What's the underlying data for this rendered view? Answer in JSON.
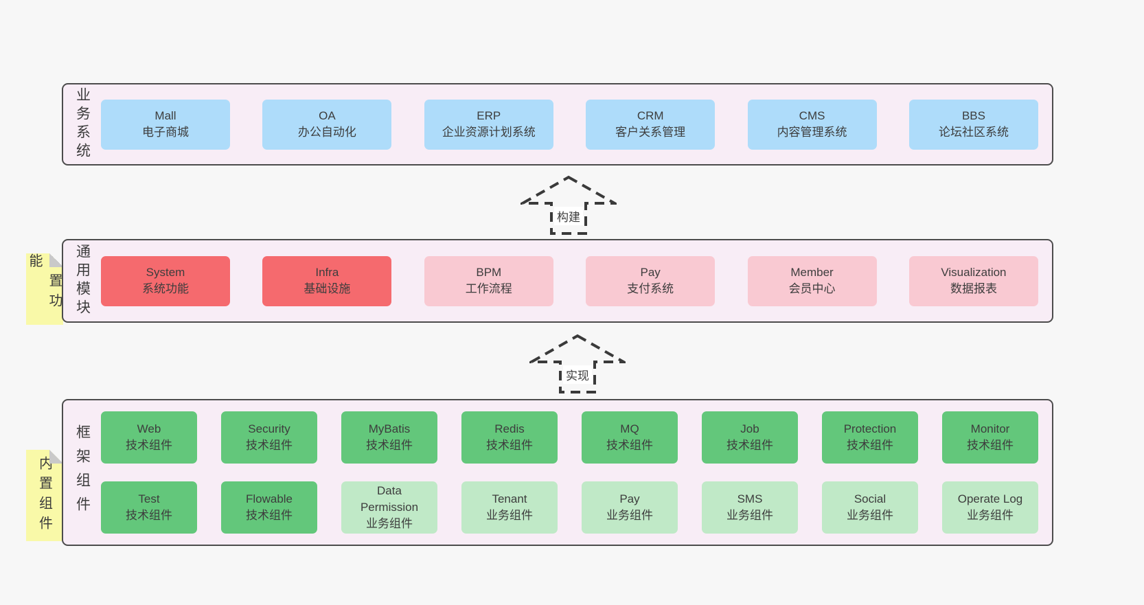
{
  "colors": {
    "background": "#f7f7f7",
    "layer_fill": "#f8edf6",
    "layer_border": "#4c4c4c",
    "system_blue": "#aedcfa",
    "module_red": "#f56a6e",
    "module_pink": "#f9c9d2",
    "tech_green": "#63c77b",
    "biz_green_light": "#c0e9c7",
    "note_yellow": "#f9f9a8",
    "text": "#3d3d3d"
  },
  "layers": [
    {
      "label": "业务系统",
      "rows": [
        [
          {
            "en": "Mall",
            "zh": "电子商城",
            "style": "blue"
          },
          {
            "en": "OA",
            "zh": "办公自动化",
            "style": "blue"
          },
          {
            "en": "ERP",
            "zh": "企业资源计划系统",
            "style": "blue"
          },
          {
            "en": "CRM",
            "zh": "客户关系管理",
            "style": "blue"
          },
          {
            "en": "CMS",
            "zh": "内容管理系统",
            "style": "blue"
          },
          {
            "en": "BBS",
            "zh": "论坛社区系统",
            "style": "blue"
          }
        ]
      ]
    },
    {
      "label": "通用模块",
      "note": "内置功能",
      "rows": [
        [
          {
            "en": "System",
            "zh": "系统功能",
            "style": "red"
          },
          {
            "en": "Infra",
            "zh": "基础设施",
            "style": "red"
          },
          {
            "en": "BPM",
            "zh": "工作流程",
            "style": "pink"
          },
          {
            "en": "Pay",
            "zh": "支付系统",
            "style": "pink"
          },
          {
            "en": "Member",
            "zh": "会员中心",
            "style": "pink"
          },
          {
            "en": "Visualization",
            "zh": "数据报表",
            "style": "pink"
          }
        ]
      ]
    },
    {
      "label": "框架组件",
      "note": "内置组件",
      "rows": [
        [
          {
            "en": "Web",
            "zh": "技术组件",
            "style": "green"
          },
          {
            "en": "Security",
            "zh": "技术组件",
            "style": "green"
          },
          {
            "en": "MyBatis",
            "zh": "技术组件",
            "style": "green"
          },
          {
            "en": "Redis",
            "zh": "技术组件",
            "style": "green"
          },
          {
            "en": "MQ",
            "zh": "技术组件",
            "style": "green"
          },
          {
            "en": "Job",
            "zh": "技术组件",
            "style": "green"
          },
          {
            "en": "Protection",
            "zh": "技术组件",
            "style": "green"
          },
          {
            "en": "Monitor",
            "zh": "技术组件",
            "style": "green"
          }
        ],
        [
          {
            "en": "Test",
            "zh": "技术组件",
            "style": "green"
          },
          {
            "en": "Flowable",
            "zh": "技术组件",
            "style": "green"
          },
          {
            "en": "Data Permission",
            "zh": "业务组件",
            "style": "green-light"
          },
          {
            "en": "Tenant",
            "zh": "业务组件",
            "style": "green-light"
          },
          {
            "en": "Pay",
            "zh": "业务组件",
            "style": "green-light"
          },
          {
            "en": "SMS",
            "zh": "业务组件",
            "style": "green-light"
          },
          {
            "en": "Social",
            "zh": "业务组件",
            "style": "green-light"
          },
          {
            "en": "Operate Log",
            "zh": "业务组件",
            "style": "green-light"
          }
        ]
      ]
    }
  ],
  "arrows": [
    {
      "label": "构建"
    },
    {
      "label": "实现"
    }
  ]
}
